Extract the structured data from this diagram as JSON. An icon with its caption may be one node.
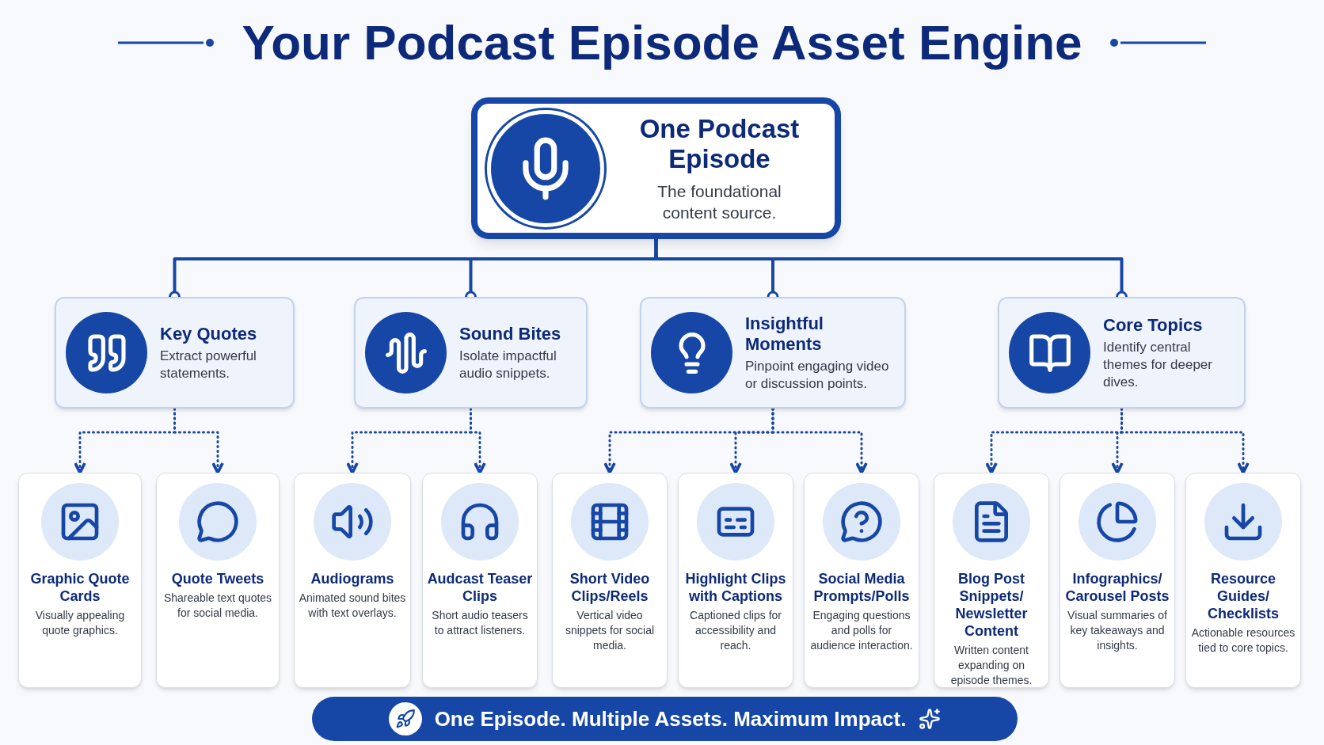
{
  "diagram": {
    "title": "Your Podcast Episode Asset Engine",
    "nodes": [
      {
        "text": [
          "One Podcast Episode",
          "The foundational content source."
        ]
      },
      {
        "text": [
          "Key Quotes",
          "Extract powerful statements."
        ]
      },
      {
        "text": [
          "Sound Bites",
          "Isolate impactful audio snippets."
        ]
      },
      {
        "text": [
          "Insightful Moments",
          "Pinpoint engaging video or discussion points."
        ]
      },
      {
        "text": [
          "Core Topics",
          "Identify central themes for deeper dives."
        ]
      },
      {
        "text": [
          "Graphic Quote Cards",
          "Visually appealing quote graphics."
        ]
      },
      {
        "text": [
          "Quote Tweets",
          "Shareable text quotes for social media."
        ]
      },
      {
        "text": [
          "Audiograms",
          "Animated sound bites with text overlays."
        ]
      },
      {
        "text": [
          "Audcast Teaser Clips",
          "Short audio teasers to attract listeners."
        ]
      },
      {
        "text": [
          "Short Video Clips/Reels",
          "Vertical video snippets for social media."
        ]
      },
      {
        "text": [
          "Highlight Clips with Captions",
          "Captioned clips for accessibility and reach."
        ]
      },
      {
        "text": [
          "Social Media Prompts/Polls",
          "Engaging questions and polls for audience interaction."
        ]
      },
      {
        "text": [
          "Blog Post Snippets/ Newsletter Content",
          "Written content expanding on episode themes."
        ]
      },
      {
        "text": [
          "Infographics/ Carousel Posts",
          "Visual summaries of key takeaways and insights."
        ]
      },
      {
        "text": [
          "Resource Guides/ Checklists",
          "Actionable resources tied to core topics."
        ]
      },
      {
        "text": [
          "One Episode. Multiple Assets. Maximum Impact."
        ]
      }
    ],
    "edges": [
      {
        "from": 0,
        "to": 1,
        "arrow": "other"
      },
      {
        "from": 0,
        "to": 2,
        "arrow": "other"
      },
      {
        "from": 0,
        "to": 3,
        "arrow": "other"
      },
      {
        "from": 0,
        "to": 4,
        "arrow": "other"
      },
      {
        "from": 1,
        "to": 5,
        "arrow": "to",
        "style": "dashed"
      },
      {
        "from": 1,
        "to": 6,
        "arrow": "to",
        "style": "dashed"
      },
      {
        "from": 2,
        "to": 7,
        "arrow": "to",
        "style": "dashed"
      },
      {
        "from": 2,
        "to": 8,
        "arrow": "to",
        "style": "dashed"
      },
      {
        "from": 3,
        "to": 9,
        "arrow": "to",
        "style": "dashed"
      },
      {
        "from": 3,
        "to": 10,
        "arrow": "to",
        "style": "dashed"
      },
      {
        "from": 3,
        "to": 11,
        "arrow": "to",
        "style": "dashed"
      },
      {
        "from": 4,
        "to": 12,
        "arrow": "to",
        "style": "dashed"
      },
      {
        "from": 4,
        "to": 13,
        "arrow": "to",
        "style": "dashed"
      },
      {
        "from": 4,
        "to": 14,
        "arrow": "to",
        "style": "dashed"
      }
    ]
  }
}
